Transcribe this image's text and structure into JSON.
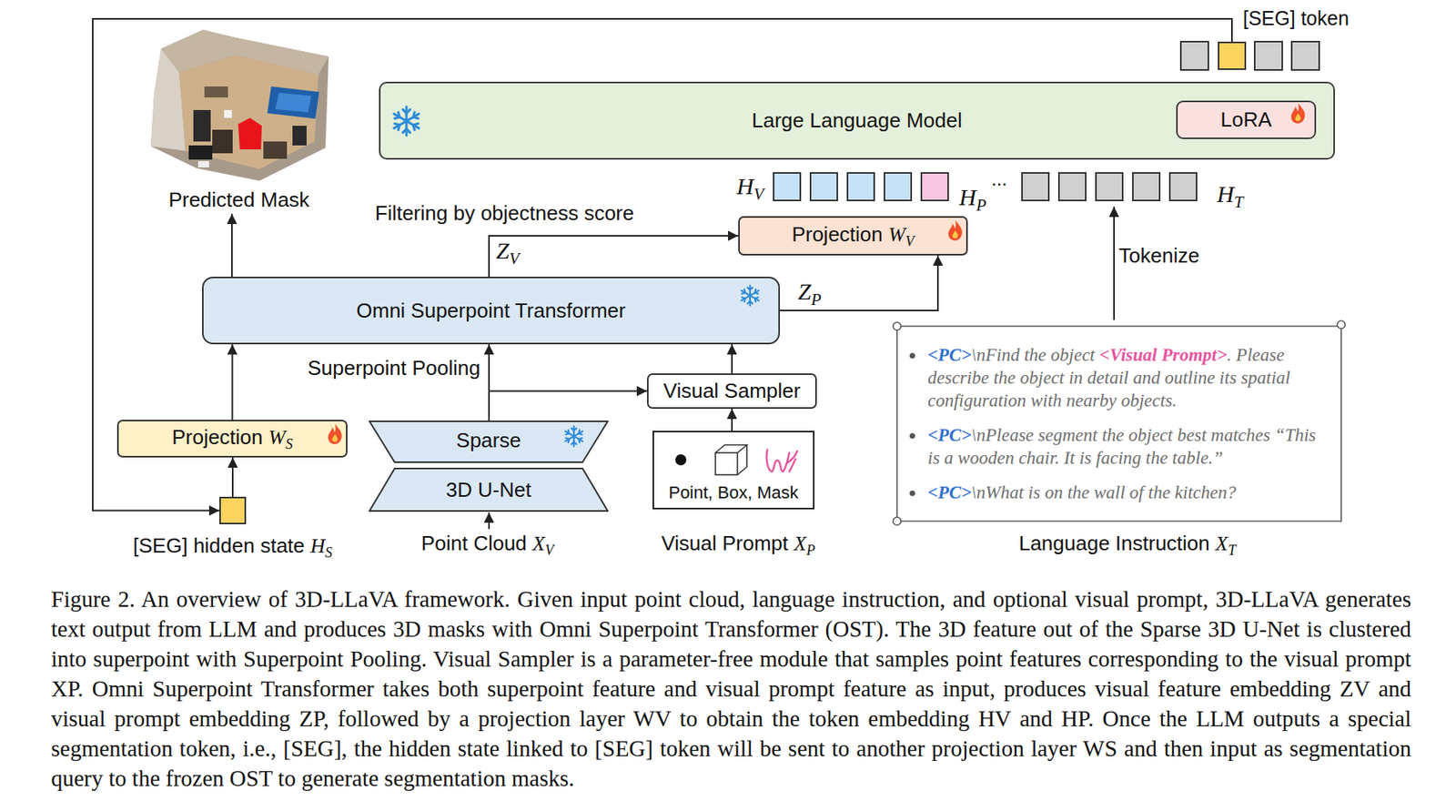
{
  "diagram": {
    "caption": "Figure 2. An overview of 3D-LLaVA framework. Given input point cloud, language instruction, and optional visual prompt, 3D-LLaVA generates text output from LLM and produces 3D masks with Omni Superpoint Transformer (OST). The 3D feature out of the Sparse 3D U-Net is clustered into superpoint with Superpoint Pooling. Visual Sampler is a parameter-free module that samples point features corresponding to the visual prompt XP. Omni Superpoint Transformer takes both superpoint feature and visual prompt feature as input, produces visual feature embedding ZV and visual prompt embedding ZP, followed by a projection layer WV to obtain the token embedding HV and HP. Once the LLM outputs a special segmentation token, i.e., [SEG], the hidden state linked to [SEG] token will be sent to another projection layer WS and then input as segmentation query to the frozen OST to generate segmentation masks.",
    "nodes": [
      {
        "text": [
          "Predicted Mask"
        ]
      },
      {
        "text": [
          "[SEG] token"
        ]
      },
      {
        "text": [
          "Large Language Model"
        ]
      },
      {
        "text": [
          "LoRA"
        ],
        "in": 2
      },
      {
        "text": [
          "Projection",
          "W",
          "V"
        ]
      },
      {
        "text": [
          "Omni Superpoint Transformer"
        ]
      },
      {
        "text": [
          "Visual Sampler"
        ]
      },
      {
        "text": [
          "Projection",
          "W",
          "S"
        ]
      },
      {
        "text": [
          "Sparse",
          "3D U-Net"
        ]
      },
      {
        "text": [
          "Point, Box, Mask"
        ]
      },
      {
        "text": [
          "[SEG] hidden state",
          "H",
          "S"
        ]
      },
      {
        "text": [
          "<PC>",
          "\\nFind the object ",
          "<Visual Prompt>",
          ". Please describe the object in detail and outline its spatial configuration with nearby objects.",
          "<PC>",
          "\\nPlease segment the object best matches “This is a wooden chair. It is facing the table.”",
          "<PC>",
          "\\nWhat is on the wall of the kitchen?"
        ]
      }
    ],
    "edges": [
      {
        "from": 1,
        "to": 10,
        "arrow": "to"
      },
      {
        "from": 10,
        "to": 7,
        "arrow": "to"
      },
      {
        "from": 7,
        "to": 5,
        "arrow": "to"
      },
      {
        "from": 8,
        "to": 5,
        "label": "Superpoint Pooling",
        "arrow": "to"
      },
      {
        "from": 8,
        "to": 6,
        "arrow": "to"
      },
      {
        "from": 9,
        "to": 6,
        "arrow": "to"
      },
      {
        "from": 6,
        "to": 5,
        "arrow": "to"
      },
      {
        "from": 5,
        "to": 0,
        "arrow": "to"
      },
      {
        "from": 5,
        "to": 4,
        "label": "Filtering by objectness score",
        "arrow": "to"
      },
      {
        "from": 5,
        "to": 4,
        "arrow": "to"
      }
    ],
    "labels": [
      "H",
      "V",
      "H",
      "P",
      "...",
      "H",
      "T",
      "Z",
      "V",
      "Z",
      "P",
      "Tokenize",
      "Point Cloud",
      "X",
      "V",
      "Visual Prompt",
      "X",
      "P",
      "Language Instruction",
      "X",
      "T"
    ]
  }
}
